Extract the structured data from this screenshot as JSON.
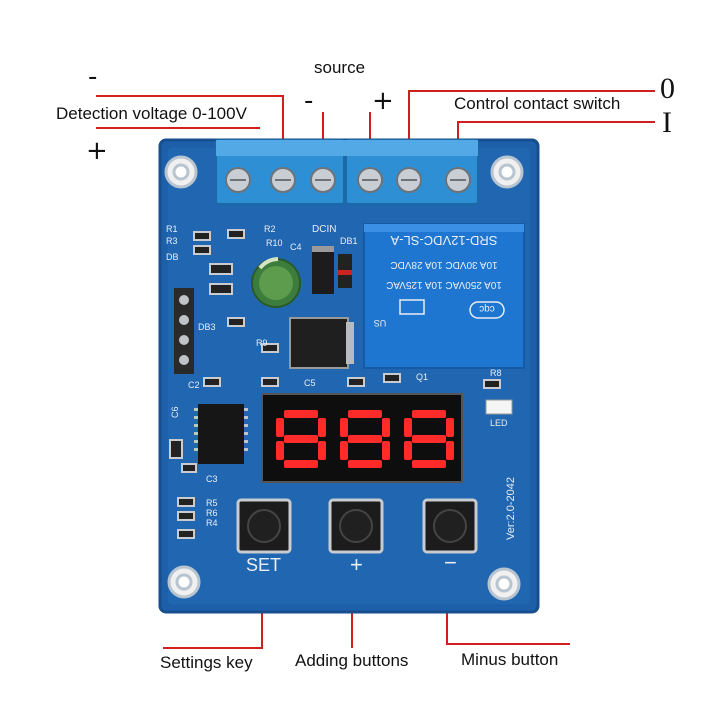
{
  "labels": {
    "source": "source",
    "detection_voltage": "Detection voltage 0-100V",
    "control_contact": "Control contact switch",
    "settings_key": "Settings key",
    "adding_buttons": "Adding buttons",
    "minus_button": "Minus button"
  },
  "symbols": {
    "det_minus": "-",
    "det_plus": "+",
    "src_minus": "-",
    "src_plus": "+",
    "ctrl_zero": "0",
    "ctrl_one": "I"
  },
  "board": {
    "button_set": "SET",
    "button_plus": "+",
    "button_minus": "−",
    "relay_model": "SRD-12VDC-SL-A",
    "relay_rating_1": "10A 250VAC  10A 125VAC",
    "relay_rating_2": "10A 30VDC  10A 28VDC",
    "relay_brand": "cqc",
    "relay_us": "US",
    "version": "Ver:2.0-2042",
    "display_text": "888",
    "silk_dcin": "DCIN",
    "silk_db1": "DB1",
    "silk_db3": "DB3",
    "silk_db": "DB",
    "silk_r1": "R1",
    "silk_r2": "R2",
    "silk_r3": "R3",
    "silk_r4": "R4",
    "silk_r5": "R5",
    "silk_r6": "R6",
    "silk_r8": "R8",
    "silk_r9": "R9",
    "silk_r10": "R10",
    "silk_c2": "C2",
    "silk_c3": "C3",
    "silk_c4": "C4",
    "silk_c5": "C5",
    "silk_c6": "C6",
    "silk_q1": "Q1",
    "silk_led": "LED"
  },
  "colors": {
    "pcb": "#1d5fa8",
    "pcb_edge": "#1a4f8c",
    "terminal": "#2f8fd4",
    "relay": "#1f76d1",
    "callout_line": "#d11f1f",
    "display_red": "#ff2a2a"
  }
}
